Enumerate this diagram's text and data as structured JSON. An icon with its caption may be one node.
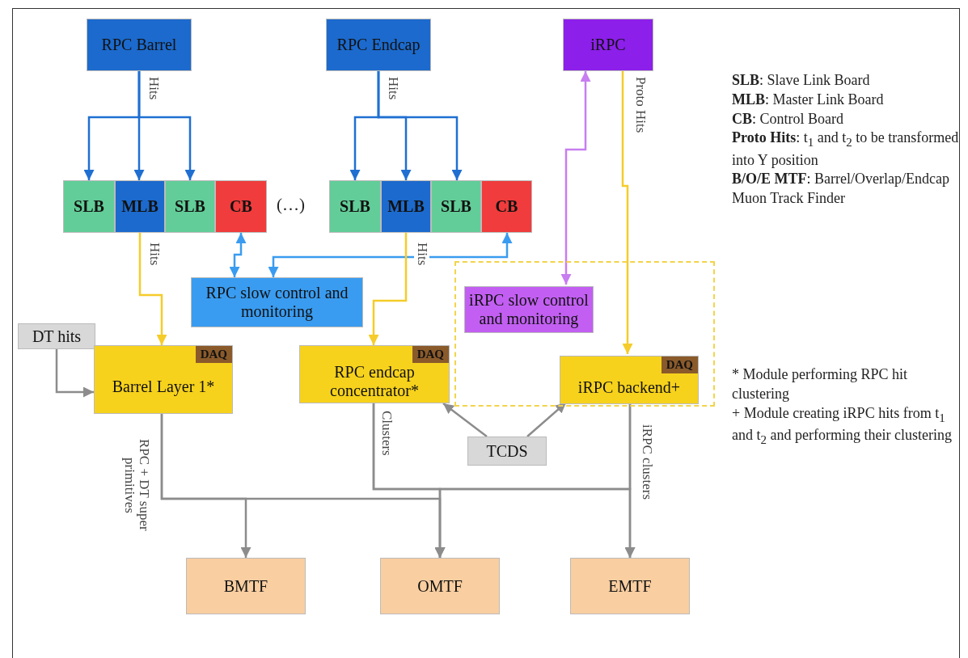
{
  "diagram": {
    "nodes": [
      {
        "text": [
          "RPC Barrel"
        ]
      },
      {
        "text": [
          "RPC Endcap"
        ]
      },
      {
        "text": [
          "iRPC"
        ]
      },
      {
        "text": [
          "SLB"
        ]
      },
      {
        "text": [
          "MLB"
        ]
      },
      {
        "text": [
          "SLB"
        ]
      },
      {
        "text": [
          "CB"
        ]
      },
      {
        "text": [
          "SLB"
        ]
      },
      {
        "text": [
          "MLB"
        ]
      },
      {
        "text": [
          "SLB"
        ]
      },
      {
        "text": [
          "CB"
        ]
      },
      {
        "text": [
          "RPC slow control and monitoring"
        ]
      },
      {
        "text": [],
        "shape": "box"
      },
      {
        "text": [
          "iRPC slow control and monitoring"
        ],
        "in": 12
      },
      {
        "text": [
          "DT hits"
        ]
      },
      {
        "text": [
          "DAQ",
          "Barrel Layer 1*"
        ]
      },
      {
        "text": [
          "DAQ",
          "RPC endcap concentrator*"
        ]
      },
      {
        "text": [
          "DAQ",
          "iRPC backend+"
        ],
        "in": 12
      },
      {
        "text": [
          "TCDS"
        ]
      },
      {
        "text": [
          "BMTF"
        ]
      },
      {
        "text": [
          "OMTF"
        ]
      },
      {
        "text": [
          "EMTF"
        ]
      }
    ],
    "edges": [
      {
        "from": 0,
        "to": 3,
        "arrow": "to",
        "color": "#1f6fd1"
      },
      {
        "from": 0,
        "to": 4,
        "arrow": "to",
        "label": "Hits",
        "color": "#1f6fd1"
      },
      {
        "from": 0,
        "to": 5,
        "arrow": "to",
        "color": "#1f6fd1"
      },
      {
        "from": 1,
        "to": 7,
        "arrow": "to",
        "color": "#1f6fd1"
      },
      {
        "from": 1,
        "to": 8,
        "arrow": "to",
        "label": "Hits",
        "color": "#1f6fd1"
      },
      {
        "from": 1,
        "to": 9,
        "arrow": "to",
        "color": "#1f6fd1"
      },
      {
        "from": 2,
        "to": 13,
        "arrow": "both",
        "color": "#c77ef0"
      },
      {
        "from": 2,
        "to": 17,
        "arrow": "to",
        "label": "Proto Hits",
        "color": "#f5cc2a"
      },
      {
        "from": 6,
        "to": 11,
        "arrow": "both",
        "color": "#3a9cf0"
      },
      {
        "from": 10,
        "to": 11,
        "arrow": "both",
        "color": "#3a9cf0"
      },
      {
        "from": 4,
        "to": 15,
        "arrow": "to",
        "label": "Hits",
        "color": "#f5cc2a"
      },
      {
        "from": 8,
        "to": 16,
        "arrow": "to",
        "label": "Hits",
        "color": "#f5cc2a"
      },
      {
        "from": 14,
        "to": 15,
        "arrow": "to"
      },
      {
        "from": 18,
        "to": 16,
        "arrow": "to"
      },
      {
        "from": 18,
        "to": 17,
        "arrow": "to"
      },
      {
        "from": 15,
        "to": 19,
        "arrow": "to",
        "label": "RPC + DT super primitives"
      },
      {
        "from": 15,
        "to": 20,
        "arrow": "to"
      },
      {
        "from": 16,
        "to": 20,
        "arrow": "to",
        "label": "Clusters"
      },
      {
        "from": 16,
        "to": 21,
        "arrow": "to"
      },
      {
        "from": 17,
        "to": 21,
        "arrow": "to",
        "label": "iRPC clusters"
      },
      {
        "from": 17,
        "to": 20,
        "arrow": "to"
      }
    ],
    "labels": [
      "(…)",
      "**SLB**: Slave Link Board",
      "**MLB**: Master Link Board",
      "**CB**: Control Board",
      "**Proto Hits**: t$_{1}$ and t$_{2}$ to be transformed into Y position",
      "**B/O/E MTF**: Barrel/Overlap/Endcap Muon Track Finder",
      "* Module performing RPC hit clustering",
      "+ Module creating iRPC hits from t$_{1}$ and t$_{2}$ and performing their clustering"
    ]
  }
}
